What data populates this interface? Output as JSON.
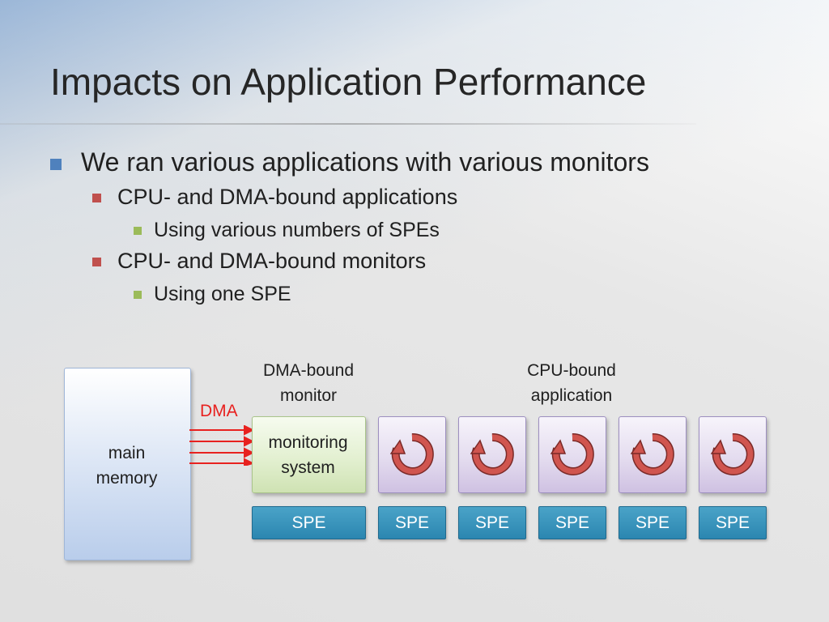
{
  "slide": {
    "title": "Impacts on Application Performance",
    "bullets": [
      {
        "level": 1,
        "text": "We ran various applications with various monitors"
      },
      {
        "level": 2,
        "text": "CPU- and DMA-bound applications"
      },
      {
        "level": 3,
        "text": "Using various numbers of SPEs"
      },
      {
        "level": 2,
        "text": "CPU- and DMA-bound monitors"
      },
      {
        "level": 3,
        "text": "Using one SPE"
      }
    ]
  },
  "diagram": {
    "memory_label_1": "main",
    "memory_label_2": "memory",
    "dma_label": "DMA",
    "monitor_caption_1": "DMA-bound",
    "monitor_caption_2": "monitor",
    "app_caption_1": "CPU-bound",
    "app_caption_2": "application",
    "monitor_box_1": "monitoring",
    "monitor_box_2": "system",
    "spe_labels": [
      "SPE",
      "SPE",
      "SPE",
      "SPE",
      "SPE",
      "SPE"
    ],
    "colors": {
      "bullet1": "#4f81bd",
      "bullet2": "#c0504d",
      "bullet3": "#9bbb59",
      "dma": "#e8211f",
      "spe": "#2b86b0",
      "cycle_icon": "#c0504d"
    },
    "icon": "cycle-arrow-icon"
  }
}
